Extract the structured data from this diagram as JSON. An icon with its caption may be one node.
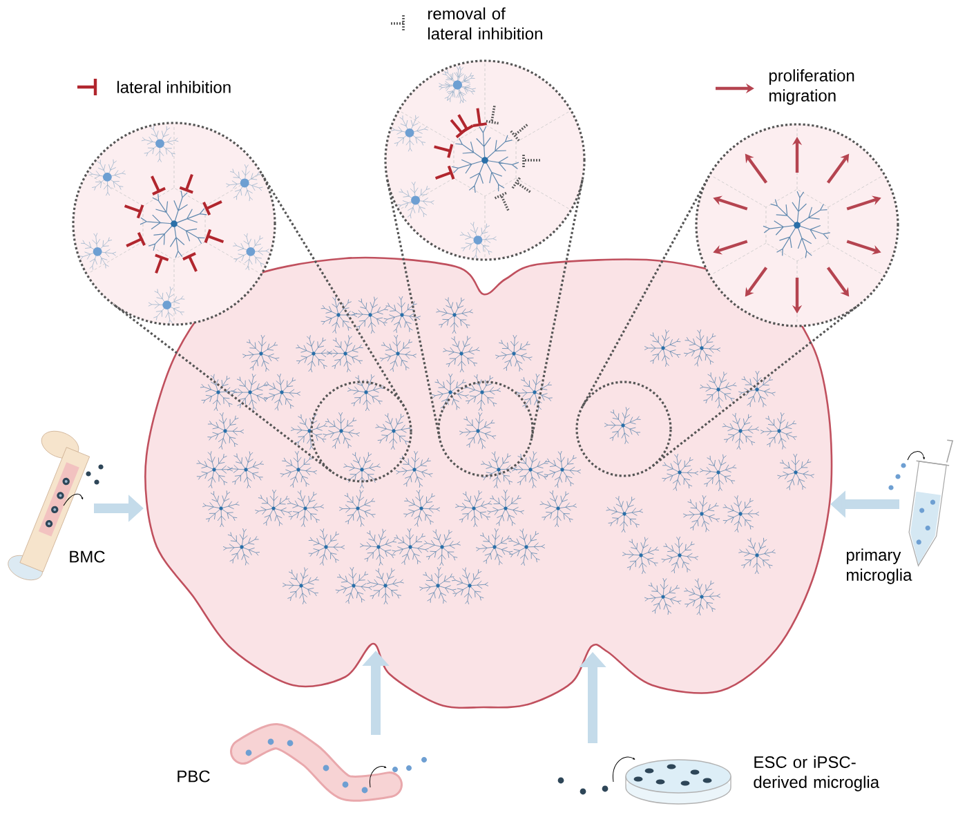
{
  "diagram": {
    "nodes": [
      {
        "text": [],
        "shape": "picture"
      },
      {
        "text": [],
        "shape": "circle"
      },
      {
        "text": [],
        "shape": "circle"
      },
      {
        "text": [],
        "shape": "circle"
      },
      {
        "text": [],
        "shape": "circle",
        "in": 0
      },
      {
        "text": [],
        "shape": "circle",
        "in": 0
      },
      {
        "text": [],
        "shape": "circle",
        "in": 0
      },
      {
        "text": [],
        "shape": "picture",
        "beside": [
          "BMC"
        ]
      },
      {
        "text": [],
        "shape": "picture",
        "beside": [
          "primary microglia"
        ]
      },
      {
        "text": [],
        "shape": "picture",
        "beside": [
          "PBC"
        ]
      },
      {
        "text": [],
        "shape": "picture",
        "beside": [
          "ESC or iPSC-derived microglia"
        ]
      }
    ],
    "edges": [
      {
        "from": 4,
        "to": 1,
        "arrow": "none",
        "style": "dashed"
      },
      {
        "from": 4,
        "to": 1,
        "arrow": "none",
        "style": "dashed"
      },
      {
        "from": 5,
        "to": 2,
        "arrow": "none",
        "style": "dashed"
      },
      {
        "from": 5,
        "to": 2,
        "arrow": "none",
        "style": "dashed"
      },
      {
        "from": 6,
        "to": 3,
        "arrow": "none",
        "style": "dashed"
      },
      {
        "from": 6,
        "to": 3,
        "arrow": "none",
        "style": "dashed"
      },
      {
        "from": 7,
        "to": 0,
        "arrow": "to",
        "style": "thick",
        "color": "#c4dbea"
      },
      {
        "from": 8,
        "to": 0,
        "arrow": "to",
        "style": "thick",
        "color": "#c4dbea"
      },
      {
        "from": 9,
        "to": 0,
        "arrow": "to",
        "style": "thick",
        "color": "#c4dbea"
      },
      {
        "from": 10,
        "to": 0,
        "arrow": "to",
        "style": "thick",
        "color": "#c4dbea"
      }
    ],
    "legend": [
      {
        "text": "lateral inhibition"
      },
      {
        "text": "removal of lateral inhibition"
      },
      {
        "text": "proliferation migration"
      }
    ]
  }
}
